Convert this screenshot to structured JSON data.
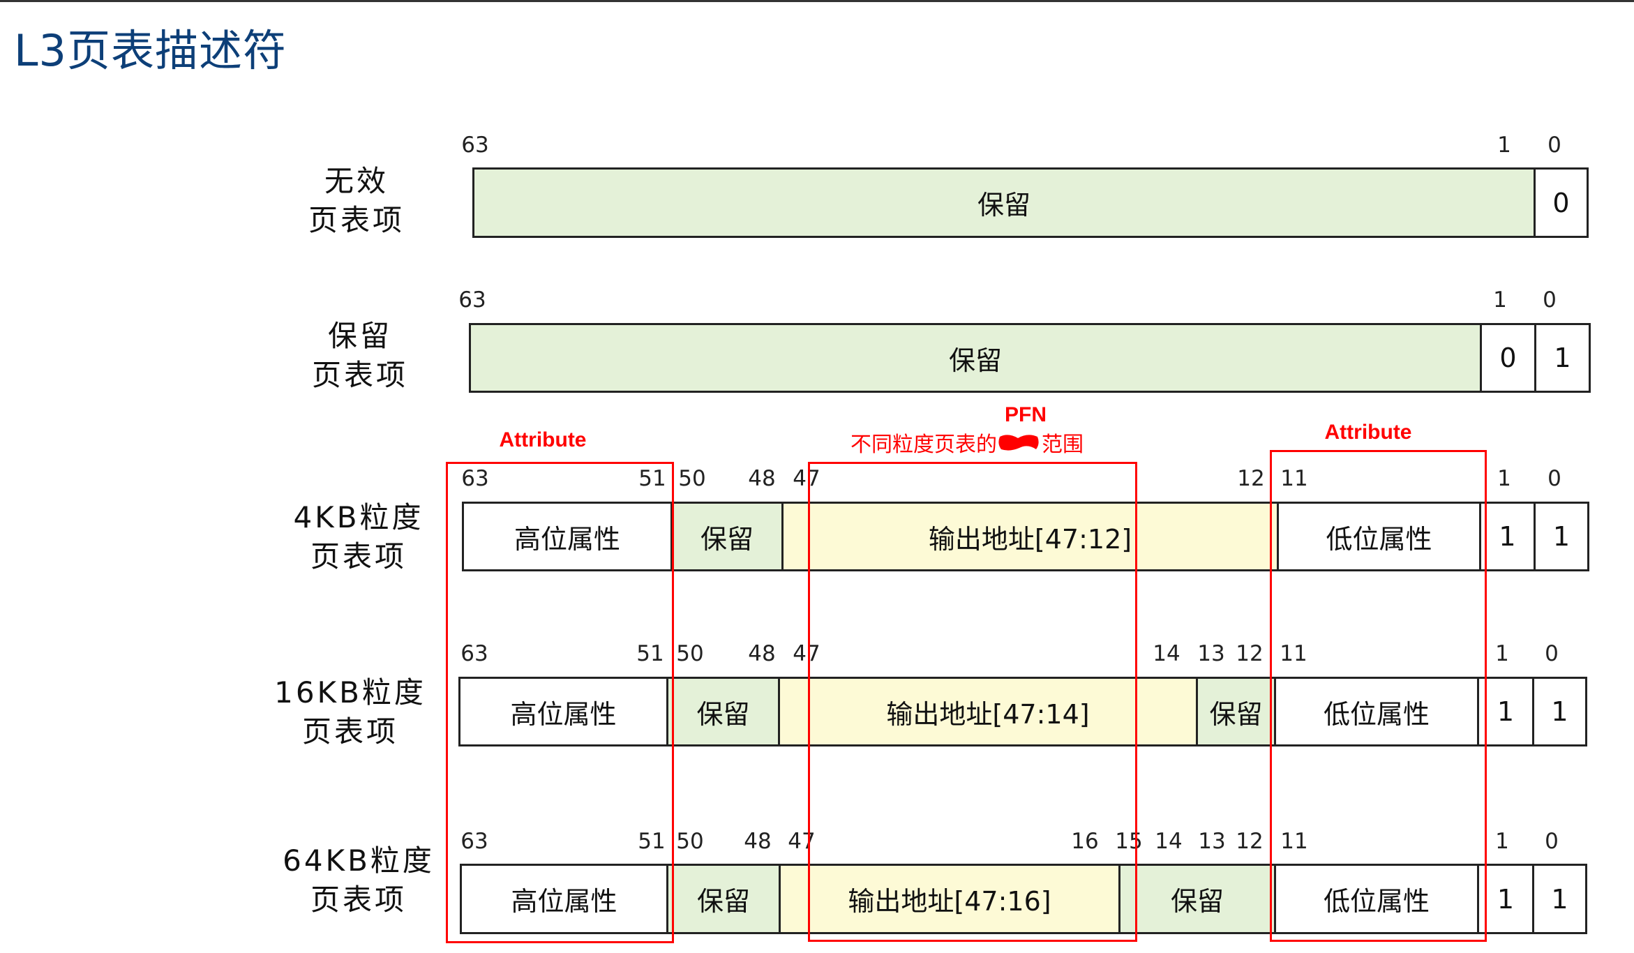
{
  "title": "L3页表描述符",
  "annotations": {
    "attribute_left": "Attribute",
    "attribute_right": "Attribute",
    "pfn": "PFN",
    "pfn_desc_before": "不同粒度页表的",
    "pfn_desc_after": "范围"
  },
  "colors": {
    "reserved": "#e4f1d8",
    "address": "#fdfad6",
    "highlight": "#ff0000",
    "title": "#0d3f78"
  },
  "rows": [
    {
      "label": [
        "无效",
        "页表项"
      ],
      "bits": [
        "63",
        "1",
        "0"
      ],
      "fields": [
        {
          "text": "保留",
          "kind": "reserved"
        },
        {
          "text": "0",
          "kind": "bit"
        }
      ]
    },
    {
      "label": [
        "保留",
        "页表项"
      ],
      "bits": [
        "63",
        "1",
        "0"
      ],
      "fields": [
        {
          "text": "保留",
          "kind": "reserved"
        },
        {
          "text": "0",
          "kind": "bit"
        },
        {
          "text": "1",
          "kind": "bit"
        }
      ]
    },
    {
      "label": [
        "4KB粒度",
        "页表项"
      ],
      "bits": [
        "63",
        "51",
        "50",
        "48",
        "47",
        "12",
        "11",
        "1",
        "0"
      ],
      "fields": [
        {
          "text": "高位属性",
          "kind": "attr"
        },
        {
          "text": "保留",
          "kind": "reserved"
        },
        {
          "text": "输出地址[47:12]",
          "kind": "address"
        },
        {
          "text": "低位属性",
          "kind": "attr"
        },
        {
          "text": "1",
          "kind": "bit"
        },
        {
          "text": "1",
          "kind": "bit"
        }
      ]
    },
    {
      "label": [
        "16KB粒度",
        "页表项"
      ],
      "bits": [
        "63",
        "51",
        "50",
        "48",
        "47",
        "14",
        "13",
        "12",
        "11",
        "1",
        "0"
      ],
      "fields": [
        {
          "text": "高位属性",
          "kind": "attr"
        },
        {
          "text": "保留",
          "kind": "reserved"
        },
        {
          "text": "输出地址[47:14]",
          "kind": "address"
        },
        {
          "text": "保留",
          "kind": "reserved"
        },
        {
          "text": "低位属性",
          "kind": "attr"
        },
        {
          "text": "1",
          "kind": "bit"
        },
        {
          "text": "1",
          "kind": "bit"
        }
      ]
    },
    {
      "label": [
        "64KB粒度",
        "页表项"
      ],
      "bits": [
        "63",
        "51",
        "50",
        "48",
        "47",
        "16",
        "15",
        "14",
        "13",
        "12",
        "11",
        "1",
        "0"
      ],
      "fields": [
        {
          "text": "高位属性",
          "kind": "attr"
        },
        {
          "text": "保留",
          "kind": "reserved"
        },
        {
          "text": "输出地址[47:16]",
          "kind": "address"
        },
        {
          "text": "保留",
          "kind": "reserved"
        },
        {
          "text": "低位属性",
          "kind": "attr"
        },
        {
          "text": "1",
          "kind": "bit"
        },
        {
          "text": "1",
          "kind": "bit"
        }
      ]
    }
  ]
}
